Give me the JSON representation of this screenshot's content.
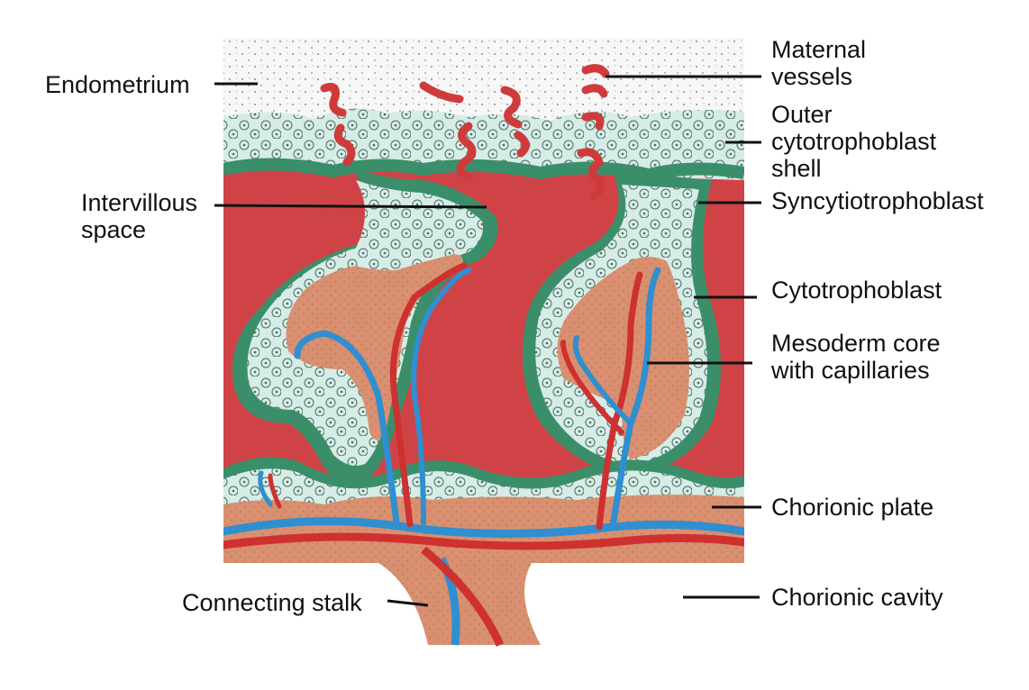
{
  "labels": {
    "endometrium": "Endometrium",
    "maternal_vessels": [
      "Maternal",
      "vessels"
    ],
    "outer_shell": [
      "Outer",
      "cytotrophoblast",
      "shell"
    ],
    "intervillous_space": [
      "Intervillous",
      "space"
    ],
    "syncytiotrophoblast": "Syncytiotrophoblast",
    "cytotrophoblast": "Cytotrophoblast",
    "mesoderm_core": [
      "Mesoderm core",
      "with capillaries"
    ],
    "chorionic_plate": "Chorionic plate",
    "connecting_stalk": "Connecting stalk",
    "chorionic_cavity": "Chorionic cavity"
  },
  "colors": {
    "maternal_blood": "#cf4347",
    "syncytio": "#3a8f6a",
    "cyto": "#d6ece6",
    "mesoderm": "#d99070",
    "vein": "#2f8fd0",
    "artery": "#cf3030",
    "endometrium": "#f7f7f7"
  }
}
